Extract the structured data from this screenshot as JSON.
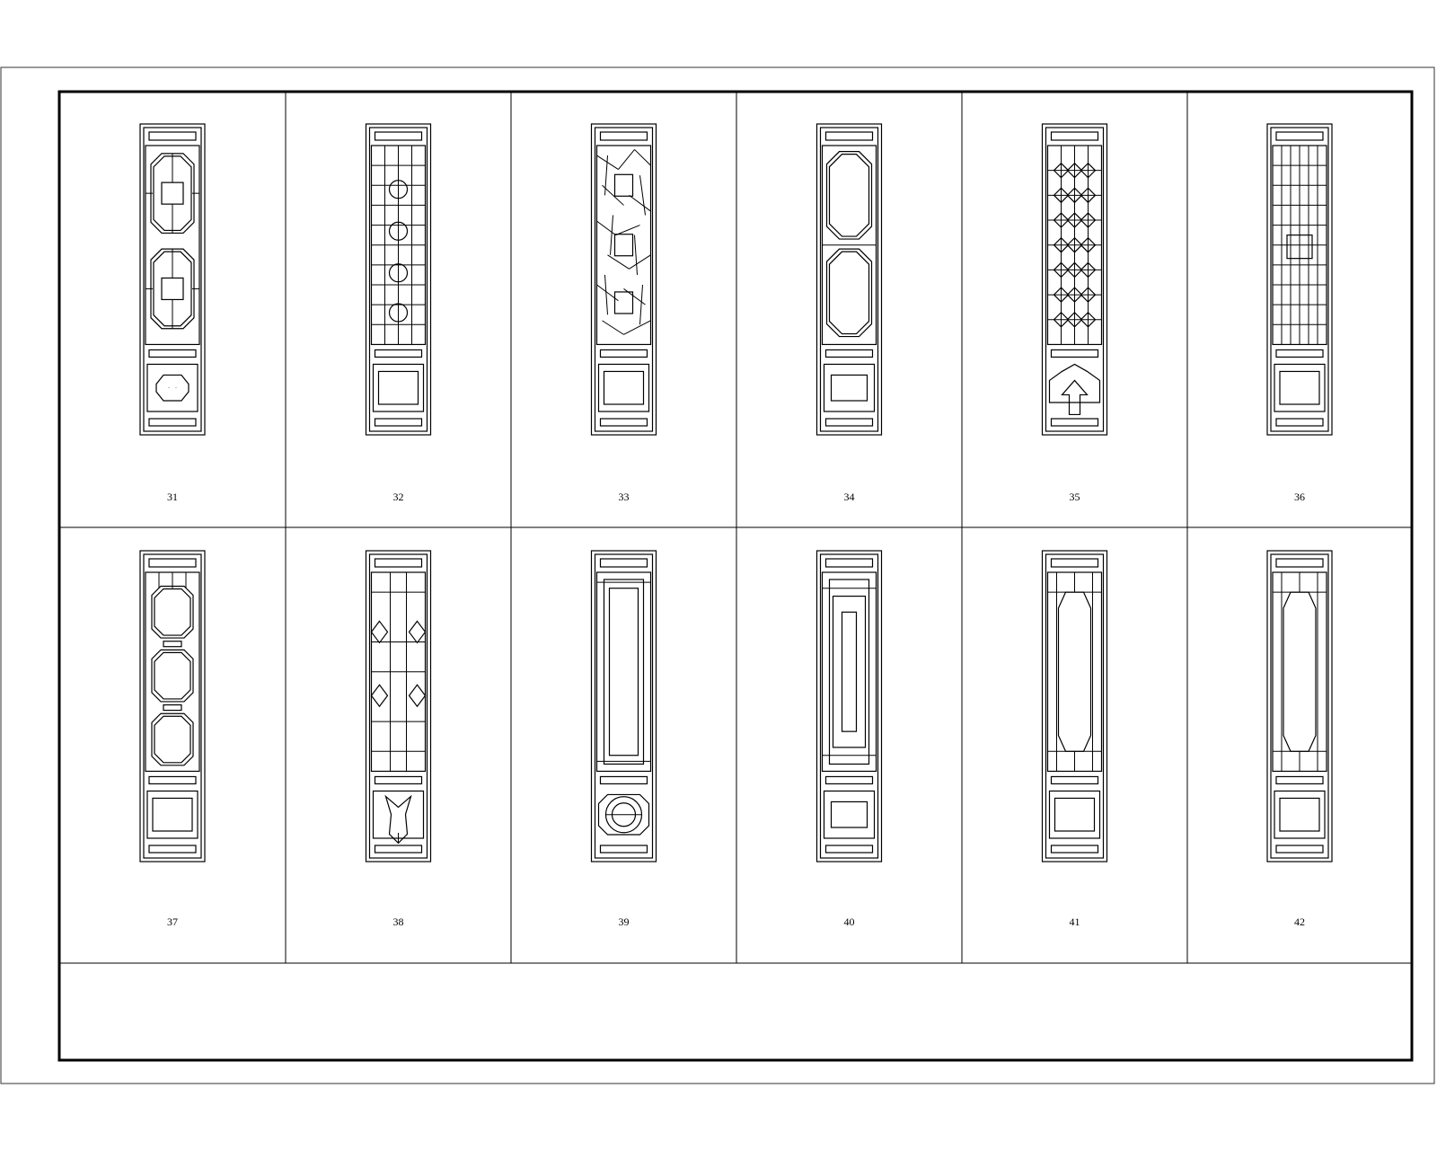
{
  "drawing": {
    "panels": [
      {
        "label": "31",
        "style": "octagon-medallion",
        "bottom": "ruyi-plaque"
      },
      {
        "label": "32",
        "style": "grid-with-rings",
        "bottom": "plain-panel"
      },
      {
        "label": "33",
        "style": "cracked-ice",
        "bottom": "plain-panel"
      },
      {
        "label": "34",
        "style": "double-octagon",
        "bottom": "framed-panel"
      },
      {
        "label": "35",
        "style": "diamond-grid",
        "bottom": "arch-plaque"
      },
      {
        "label": "36",
        "style": "fine-lattice",
        "bottom": "plain-panel"
      },
      {
        "label": "37",
        "style": "stacked-octagons",
        "bottom": "plain-panel"
      },
      {
        "label": "38",
        "style": "diamond-bars",
        "bottom": "tassel-ornament"
      },
      {
        "label": "39",
        "style": "long-rectangle",
        "bottom": "shou-medallion"
      },
      {
        "label": "40",
        "style": "nested-rectangle",
        "bottom": "framed-panel"
      },
      {
        "label": "41",
        "style": "stepped-frame",
        "bottom": "plain-panel"
      },
      {
        "label": "42",
        "style": "stepped-frame",
        "bottom": "plain-panel"
      }
    ]
  }
}
